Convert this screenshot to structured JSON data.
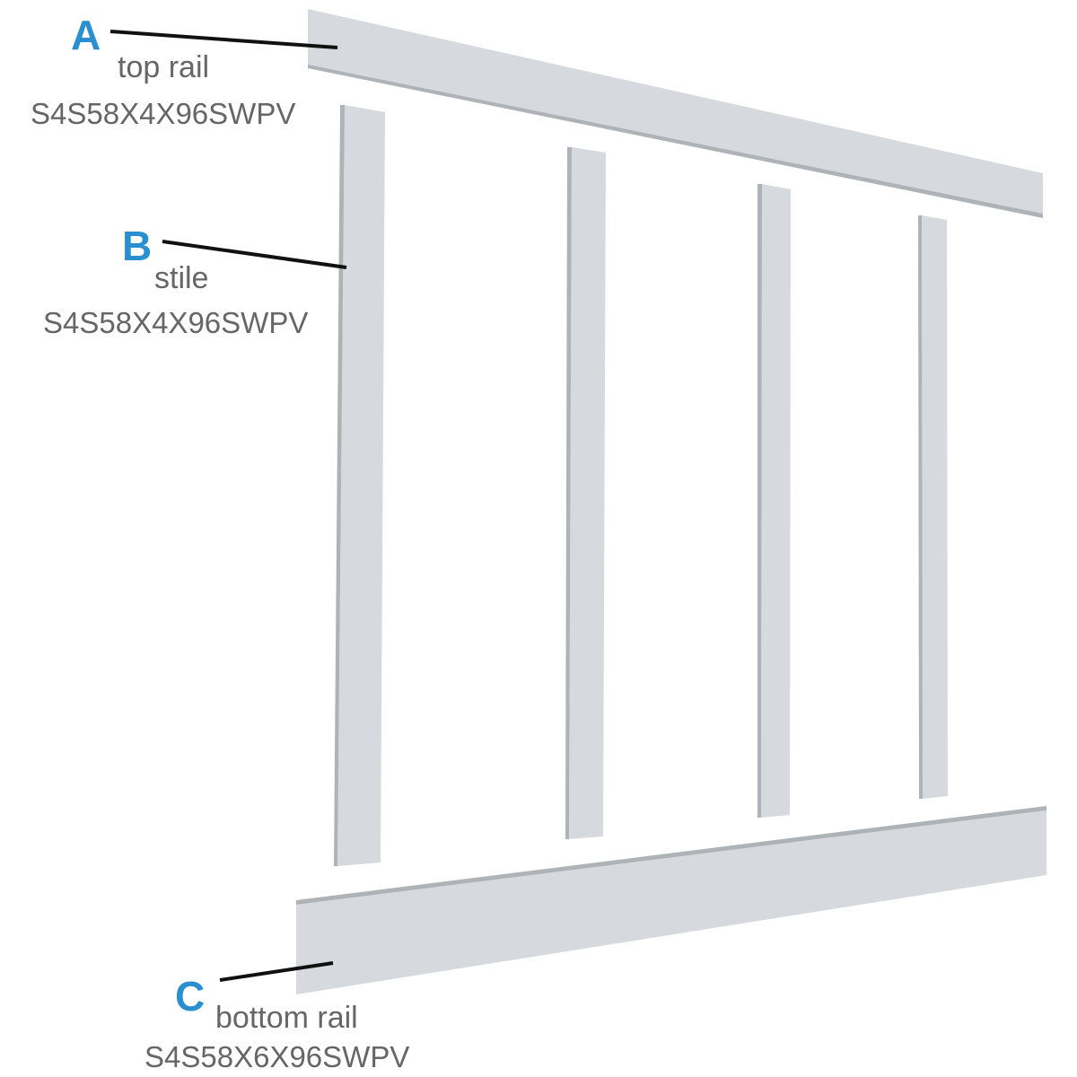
{
  "callouts": {
    "top_rail": {
      "letter": "A",
      "name": "top rail",
      "code": "S4S58X4X96SWPV"
    },
    "stile": {
      "letter": "B",
      "name": "stile",
      "code": "S4S58X4X96SWPV"
    },
    "bottom_rail": {
      "letter": "C",
      "name": "bottom rail",
      "code": "S4S58X6X96SWPV"
    }
  },
  "colors": {
    "board_face": "#d6d9dd",
    "board_edge": "#aeb3b8",
    "leader_line": "#111111",
    "callout_letter": "#2a8fd0",
    "label_text": "#666666"
  }
}
